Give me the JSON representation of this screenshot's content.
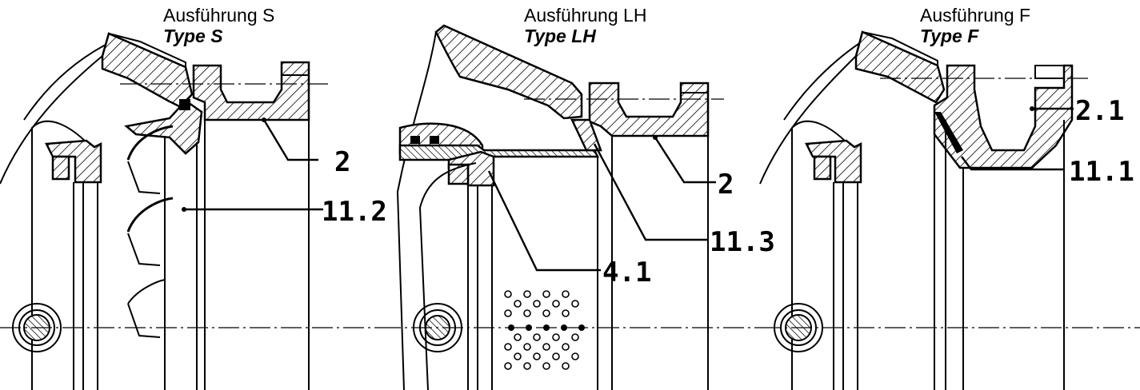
{
  "panels": [
    {
      "title_de": "Ausführung S",
      "title_en": "Type S",
      "callouts": [
        "2",
        "11.2"
      ]
    },
    {
      "title_de": "Ausführung LH",
      "title_en": "Type LH",
      "callouts": [
        "2",
        "11.3",
        "4.1"
      ]
    },
    {
      "title_de": "Ausführung F",
      "title_en": "Type F",
      "callouts": [
        "2.1",
        "11.1"
      ]
    }
  ]
}
